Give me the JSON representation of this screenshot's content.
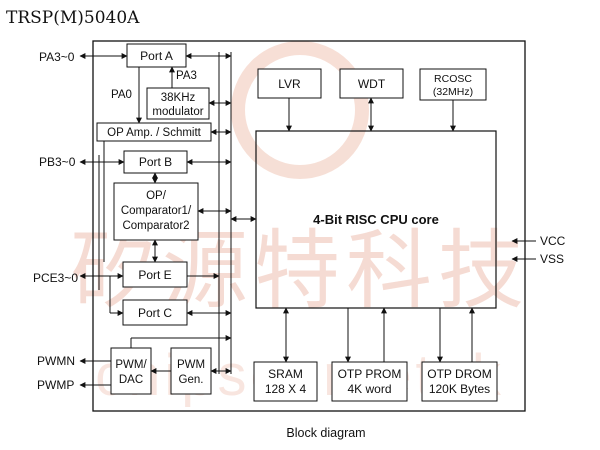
{
  "header": {
    "title": "TRSP(M)5040A"
  },
  "caption": "Block diagram",
  "watermark": {
    "text": "矽源特科技",
    "sub": "chipsourcetek",
    "color": "#f3d2c8"
  },
  "pins": {
    "left": [
      "PA3~0",
      "PB3~0",
      "PCE3~0",
      "PWMN",
      "PWMP"
    ],
    "right": [
      "VCC",
      "VSS"
    ]
  },
  "blocks": {
    "port_a": "Port A",
    "modulator": [
      "38KHz",
      "modulator"
    ],
    "op_amp": "OP Amp. / Schmitt",
    "port_b": "Port B",
    "comparator": [
      "OP/",
      "Comparator1/",
      "Comparator2"
    ],
    "port_e": "Port E",
    "port_c": "Port C",
    "pwm_dac": [
      "PWM/",
      "DAC"
    ],
    "pwm_gen": [
      "PWM",
      "Gen."
    ],
    "lvr": "LVR",
    "wdt": "WDT",
    "rcosc": [
      "RCOSC",
      "(32MHz)"
    ],
    "cpu": "4-Bit RISC CPU core",
    "sram": [
      "SRAM",
      "128 X 4"
    ],
    "otp_prom": [
      "OTP PROM",
      "4K word"
    ],
    "otp_drom": [
      "OTP DROM",
      "120K Bytes"
    ]
  },
  "signals": {
    "pa0": "PA0",
    "pa3": "PA3"
  }
}
